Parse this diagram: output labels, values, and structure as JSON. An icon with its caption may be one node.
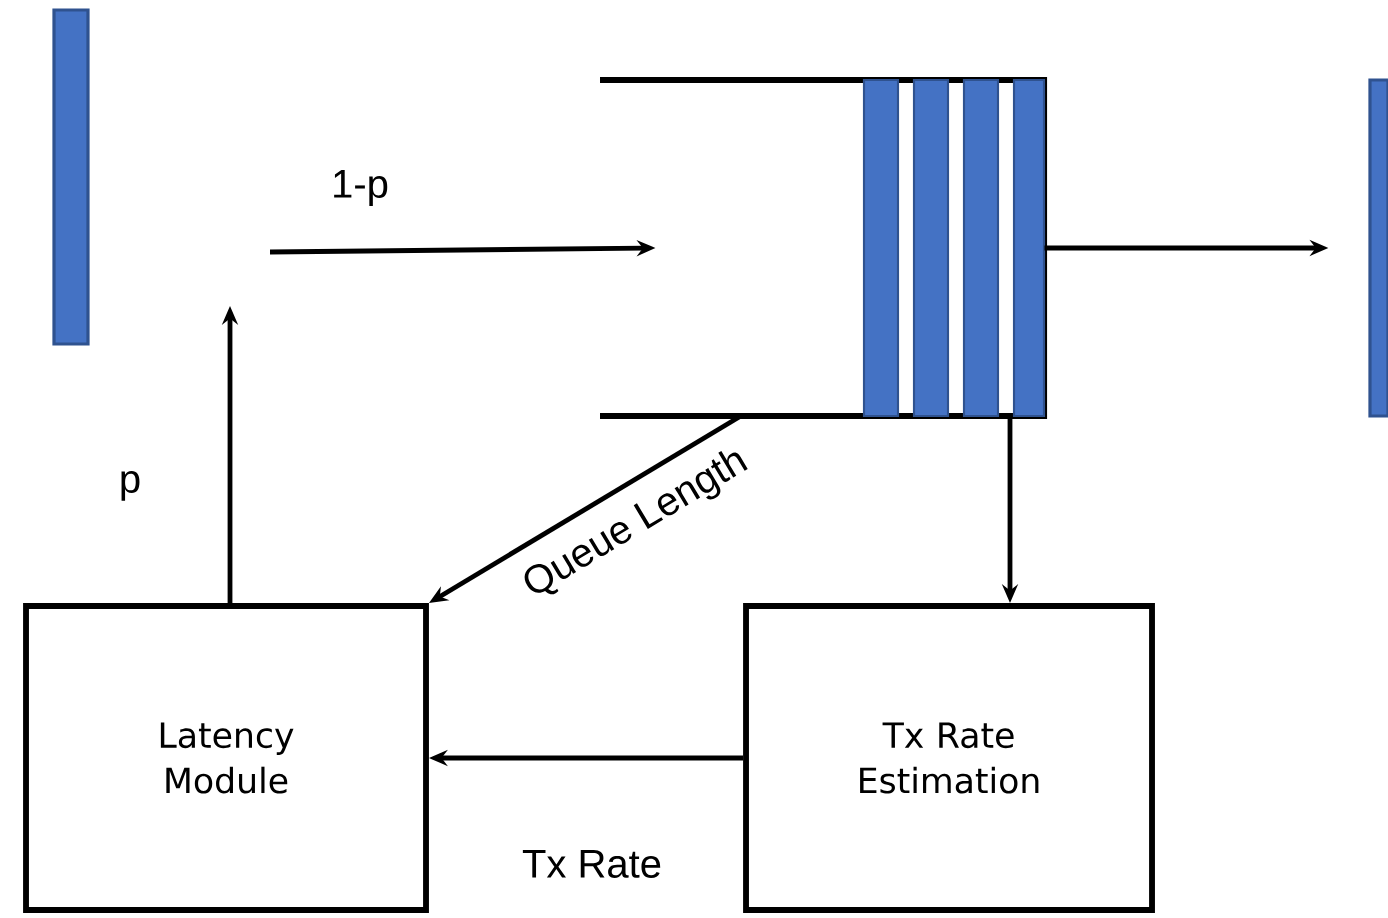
{
  "diagram": {
    "nodes": [
      {
        "text": [],
        "shape": "bar"
      },
      {
        "text": [],
        "shape": "box"
      },
      {
        "text": [],
        "shape": "bar"
      },
      {
        "text": [
          "Latency Module"
        ]
      },
      {
        "text": [
          "Tx Rate Estimation"
        ]
      }
    ],
    "edges": [
      {
        "from": null,
        "to": 1,
        "arrow": "to",
        "label": "1-p"
      },
      {
        "from": 3,
        "to": null,
        "arrow": "to",
        "label": "p"
      },
      {
        "from": 1,
        "to": 2,
        "arrow": "to"
      },
      {
        "from": 1,
        "to": 3,
        "arrow": "to",
        "label": "Queue Length"
      },
      {
        "from": 1,
        "to": 4,
        "arrow": "to"
      },
      {
        "from": 4,
        "to": 3,
        "arrow": "to",
        "label": "Tx Rate"
      }
    ]
  }
}
